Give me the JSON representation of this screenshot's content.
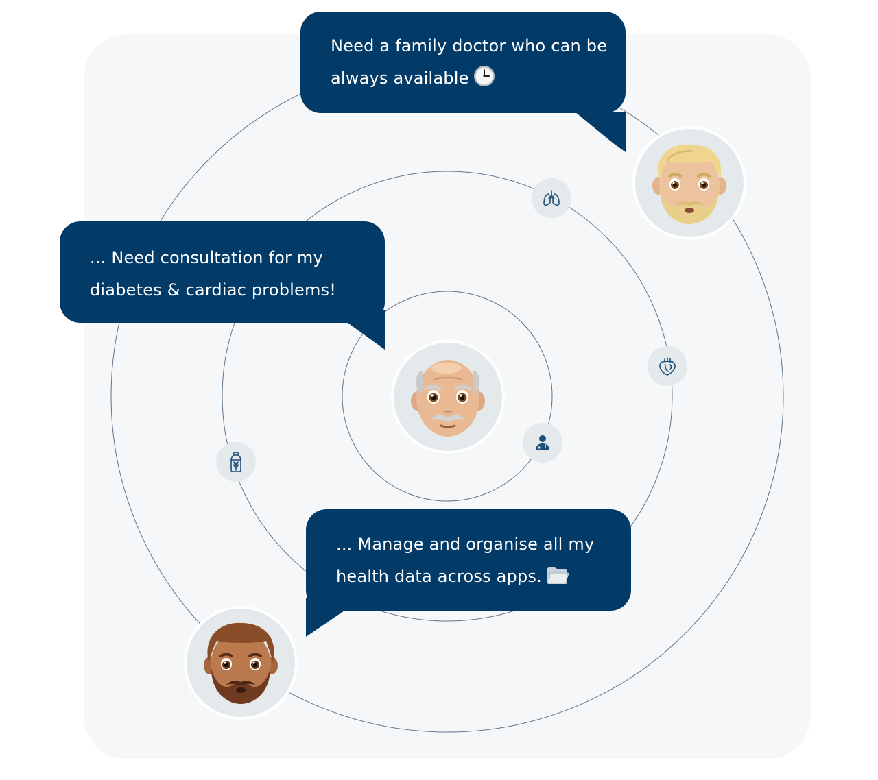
{
  "bubbles": {
    "top": {
      "line1": "Need a family doctor who can be",
      "line2": "always available"
    },
    "middle": {
      "line1": "... Need consultation for my",
      "line2": "diabetes & cardiac problems!"
    },
    "bottom": {
      "line1": "... Manage and organise all my",
      "line2": "health data across apps."
    }
  },
  "colors": {
    "bubble": "#023a68",
    "panel": "#f5f7f8",
    "orbit": "#5f7389",
    "node": "#e4eaec",
    "icon": "#1e4d78"
  },
  "avatars": {
    "center": "old-man-face-icon",
    "top_right": "blond-bearded-man-face-icon",
    "bottom_left": "bearded-man-face-icon"
  },
  "orbit_icons": [
    "lungs-icon",
    "heart-icon",
    "doctor-icon",
    "supplement-bottle-icon"
  ],
  "bubble_emojis": {
    "top": "clock-icon",
    "bottom": "folder-icon"
  }
}
